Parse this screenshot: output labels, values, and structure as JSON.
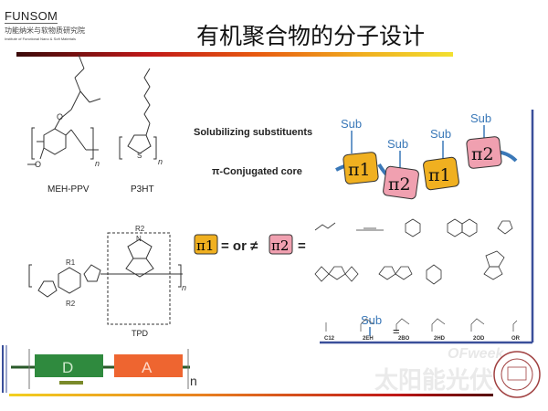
{
  "logo": {
    "name": "FUNSOM",
    "cn": "功能纳米与软物质研究院",
    "en": "Institute of Functional Nano & Soft Materials"
  },
  "title": "有机聚合物的分子设计",
  "left": {
    "meh": "MEH-PPV",
    "p3ht": "P3HT",
    "tpd": "TPD",
    "r1": "R1",
    "r2": "R2",
    "n": "n",
    "d": "D",
    "a": "A",
    "o": "O",
    "s": "S",
    "nat": "N"
  },
  "right": {
    "sol": "Solubilizing substituents",
    "core": "π-Conjugated core",
    "sub": "Sub",
    "p1": "π1",
    "p2": "π2",
    "eq": "= or ≠",
    "eq2": "=",
    "chains": [
      "C12",
      "2EH",
      "2BO",
      "2HD",
      "2OD",
      "OR"
    ]
  },
  "watermark": {
    "top": "OFweek",
    "bottom": "太阳能光伏"
  },
  "colors": {
    "pi1": "#f0b020",
    "pi2": "#f0a0b0",
    "blue": "#3a78b8",
    "frame": "#3a4f9a"
  }
}
